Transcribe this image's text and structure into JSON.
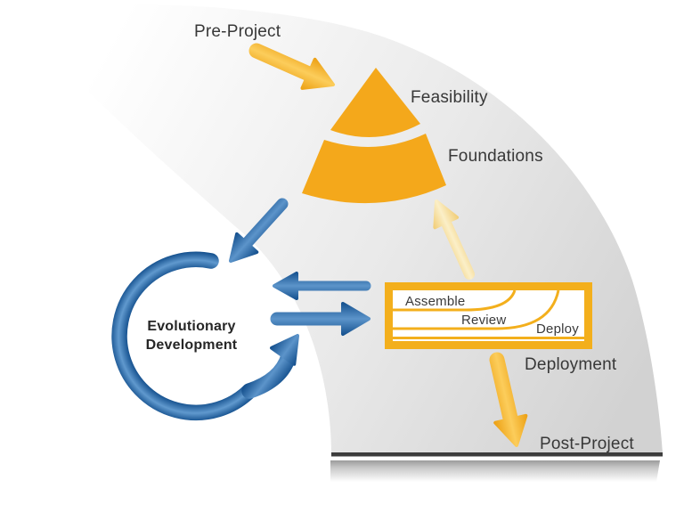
{
  "labels": {
    "pre_project": "Pre-Project",
    "feasibility": "Feasibility",
    "foundations": "Foundations",
    "evolutionary_line1": "Evolutionary",
    "evolutionary_line2": "Development",
    "deployment": "Deployment",
    "post_project": "Post-Project"
  },
  "box": {
    "assemble": "Assemble",
    "review": "Review",
    "deploy": "Deploy"
  },
  "colors": {
    "cone_yellow": "#F4A81B",
    "box_border_yellow": "#F3AF1C",
    "arrow_yellow_edge": "#EC9F12",
    "arrow_yellow_center": "#FCCD5B",
    "arrow_pale_edge": "#F1CC74",
    "arrow_pale_center": "#FBEFC8",
    "arrow_blue_edge": "#124E8C",
    "arrow_blue_center": "#5C94CA",
    "fan_gray": "#D2D2D2",
    "base_line_dark": "#3C3C3C",
    "text_dark": "#383838"
  }
}
